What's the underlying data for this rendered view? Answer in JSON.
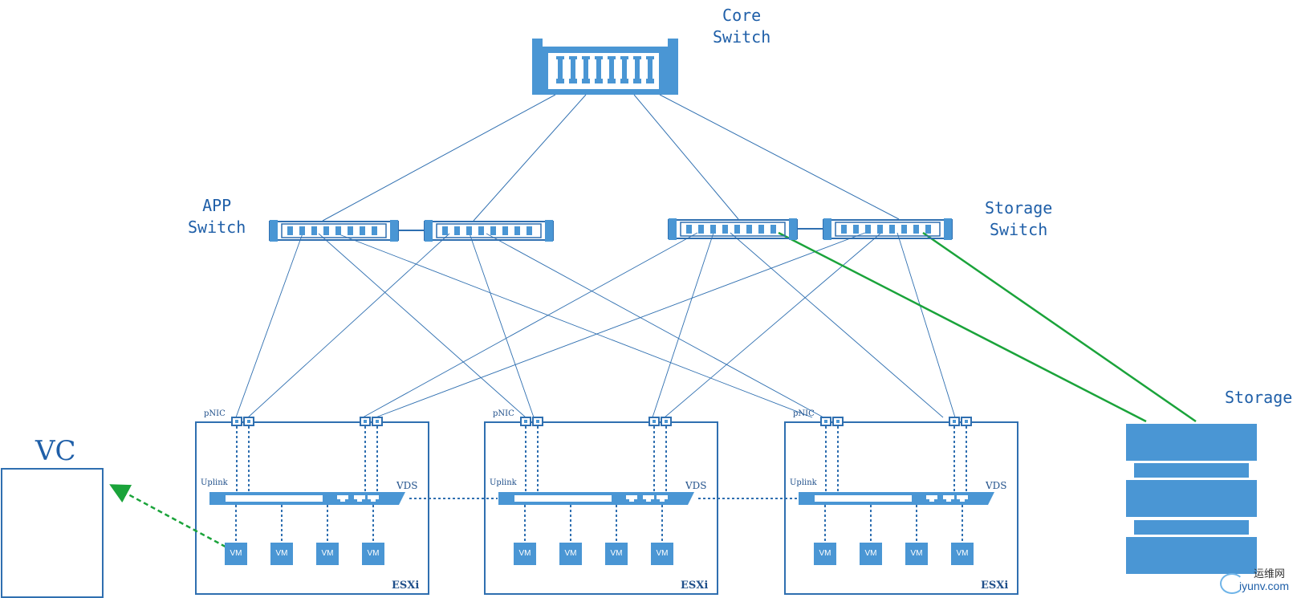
{
  "labels": {
    "core_switch": "Core\nSwitch",
    "app_switch": "APP\nSwitch",
    "storage_switch": "Storage\nSwitch",
    "storage": "Storage",
    "vc": "VC",
    "pnic": "pNIC",
    "uplink": "Uplink",
    "vds": "VDS",
    "esxi": "ESXi",
    "vm": "VM"
  },
  "watermark": {
    "top": "运维网",
    "bottom": "iyunv.com"
  },
  "colors": {
    "device_blue": "#4a96d4",
    "outline_blue": "#2f6fb0",
    "link_blue": "#2f6fb0",
    "storage_link_green": "#1aa33a",
    "vc_link_green": "#1aa33a",
    "text_blue": "#1f5fa8"
  },
  "hosts": [
    {
      "name": "ESXi",
      "vm_count": 4
    },
    {
      "name": "ESXi",
      "vm_count": 4
    },
    {
      "name": "ESXi",
      "vm_count": 4
    }
  ]
}
